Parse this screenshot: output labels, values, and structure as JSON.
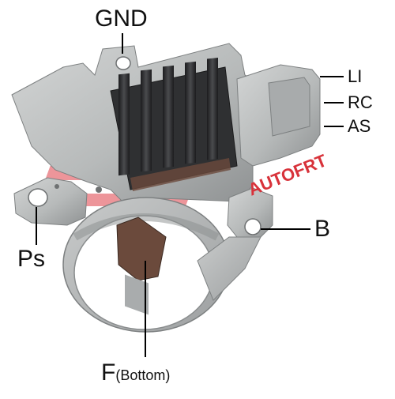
{
  "labels": {
    "gnd": "GND",
    "li": "LI",
    "rc": "RC",
    "as": "AS",
    "b": "B",
    "ps": "Ps",
    "f_main": "F",
    "f_sub": "(Bottom)"
  },
  "watermark": {
    "text": "AUTOFRT"
  },
  "colors": {
    "housing": "#b9bcbc",
    "housing_dark": "#8c8f90",
    "heatsink": "#2b2b2d",
    "brush": "#6b4a3c",
    "watermark": "#d8323a",
    "leader_line": "#000000"
  },
  "icons": {
    "logo": "fra-logo-watermark"
  }
}
